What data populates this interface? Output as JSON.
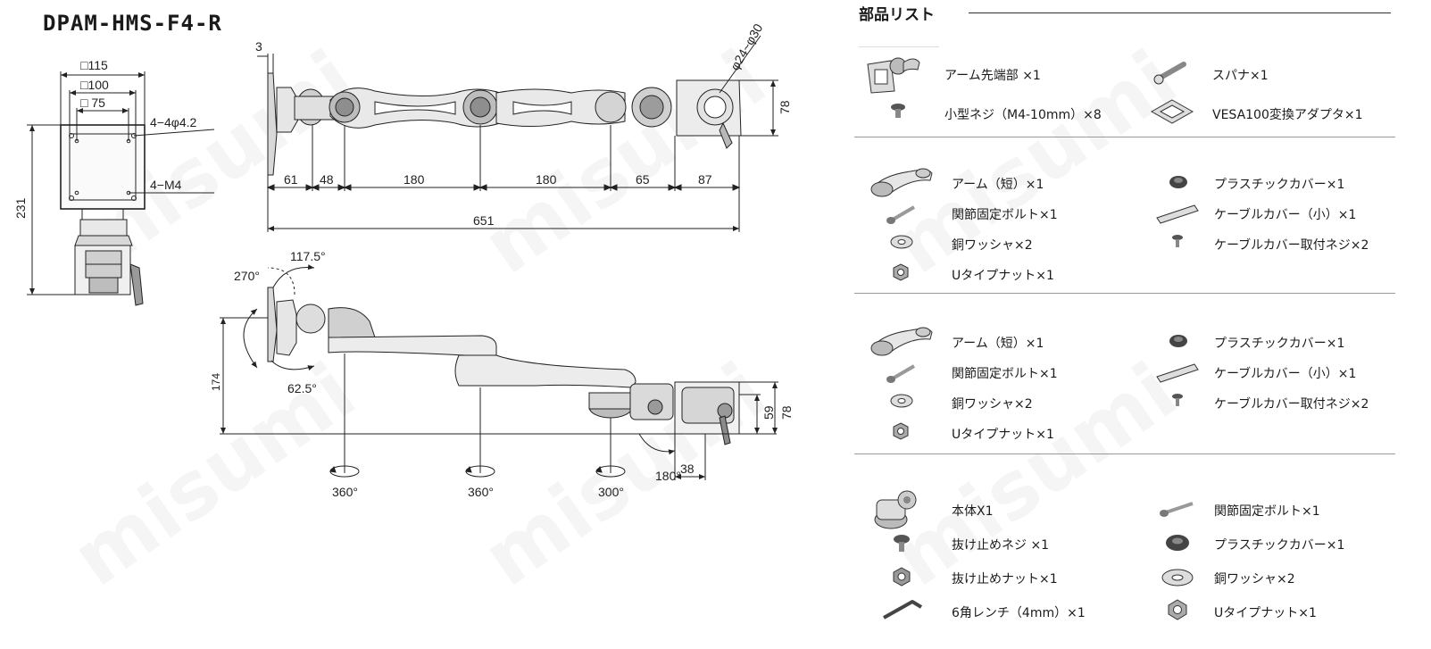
{
  "title": "DPAM-HMS-F4-R",
  "watermark": "misumi",
  "front_view": {
    "sq115": "□115",
    "sq100": "□100",
    "sq75": "□ 75",
    "holes": "4−4φ4.2",
    "thread": "4−M4",
    "height": "231"
  },
  "top_view": {
    "plate": "3",
    "tube": "φ24~φ30",
    "height": "78",
    "segments": [
      "61",
      "48",
      "180",
      "180",
      "65",
      "87"
    ],
    "total": "651"
  },
  "side_view": {
    "tilt_up": "117.5°",
    "tilt_down": "62.5°",
    "rotate": "270°",
    "height": "174",
    "clamp_h1": "59",
    "clamp_h2": "78",
    "swivels": [
      "360°",
      "360°",
      "300°"
    ],
    "joint": "180°",
    "clamp_w": "38"
  },
  "parts_list": {
    "title": "部品リスト",
    "sections": [
      {
        "items": [
          {
            "icon": "arm-tip-icon",
            "label": "アーム先端部 ×1"
          },
          {
            "icon": "wrench-icon",
            "label": "スパナ×1"
          },
          {
            "icon": "small-screw-icon",
            "label": "小型ネジ（M4-10mm）×8"
          },
          {
            "icon": "vesa-adapter-icon",
            "label": "VESA100変換アダプタ×1"
          }
        ]
      },
      {
        "items": [
          {
            "icon": "short-arm-icon",
            "label": "アーム（短）×1"
          },
          {
            "icon": "plastic-cover-icon",
            "label": "プラスチックカバー×1"
          },
          {
            "icon": "joint-bolt-icon",
            "label": "関節固定ボルト×1"
          },
          {
            "icon": "cable-cover-icon",
            "label": "ケーブルカバー（小）×1"
          },
          {
            "icon": "copper-washer-icon",
            "label": "銅ワッシャ×2"
          },
          {
            "icon": "cable-screw-icon",
            "label": "ケーブルカバー取付ネジ×2"
          },
          {
            "icon": "u-nut-icon",
            "label": "Uタイプナット×1"
          }
        ]
      },
      {
        "items": [
          {
            "icon": "short-arm-icon",
            "label": "アーム（短）×1"
          },
          {
            "icon": "plastic-cover-icon",
            "label": "プラスチックカバー×1"
          },
          {
            "icon": "joint-bolt-icon",
            "label": "関節固定ボルト×1"
          },
          {
            "icon": "cable-cover-icon",
            "label": "ケーブルカバー（小）×1"
          },
          {
            "icon": "copper-washer-icon",
            "label": "銅ワッシャ×2"
          },
          {
            "icon": "cable-screw-icon",
            "label": "ケーブルカバー取付ネジ×2"
          },
          {
            "icon": "u-nut-icon",
            "label": "Uタイプナット×1"
          }
        ]
      },
      {
        "items": [
          {
            "icon": "main-body-icon",
            "label": "本体X1"
          },
          {
            "icon": "joint-bolt-icon",
            "label": "関節固定ボルト×1"
          },
          {
            "icon": "anti-slip-screw-icon",
            "label": "抜け止めネジ ×1"
          },
          {
            "icon": "plastic-cover-icon",
            "label": "プラスチックカバー×1"
          },
          {
            "icon": "anti-slip-nut-icon",
            "label": "抜け止めナット×1"
          },
          {
            "icon": "copper-washer-icon",
            "label": "銅ワッシャ×2"
          },
          {
            "icon": "hex-wrench-icon",
            "label": "6角レンチ（4mm）×1"
          },
          {
            "icon": "u-nut-icon",
            "label": "Uタイプナット×1"
          }
        ]
      }
    ]
  }
}
